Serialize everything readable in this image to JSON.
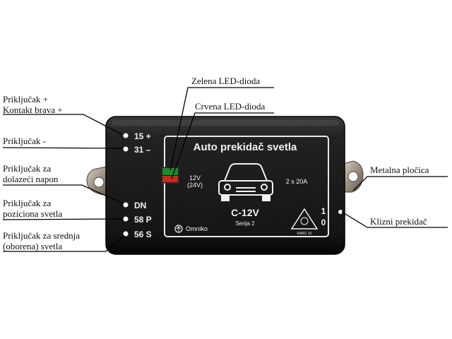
{
  "labels": {
    "plus_line1": "Priključak +",
    "plus_line2": "Kontakt brava +",
    "minus": "Priključak -",
    "incoming_line1": "Priključak za",
    "incoming_line2": "dolazeći napon",
    "position_line1": "Priključak za",
    "position_line2": "poziciona svetla",
    "lowbeam_line1": "Priključak za srednja",
    "lowbeam_line2": "(oborena) svetla",
    "green_led": "Zelena LED-dioda",
    "red_led": "Crvena LED-dioda",
    "metal_plate": "Metalna pločica",
    "slide_switch": "Klizni prekidač"
  },
  "device": {
    "title": "Auto prekidač svetla",
    "voltage_line1": "12V",
    "voltage_line2": "(24V)",
    "rating": "2 x 20A",
    "model": "C-12V",
    "series": "Serija 2",
    "brand": "Omniko",
    "cert_number": "04401 10",
    "switch_on": "1",
    "switch_off": "0"
  },
  "terminals": [
    {
      "label": "15 +"
    },
    {
      "label": "31 –"
    },
    {
      "label": "DN"
    },
    {
      "label": "58 P"
    },
    {
      "label": "56 S"
    }
  ],
  "colors": {
    "housing": "#1c1c1c",
    "panel_border": "#e8e8e8",
    "text_light": "#f2f2f2",
    "led_green": "#1f8a2a",
    "led_red": "#c8281e",
    "bracket": "#9a8f80"
  }
}
